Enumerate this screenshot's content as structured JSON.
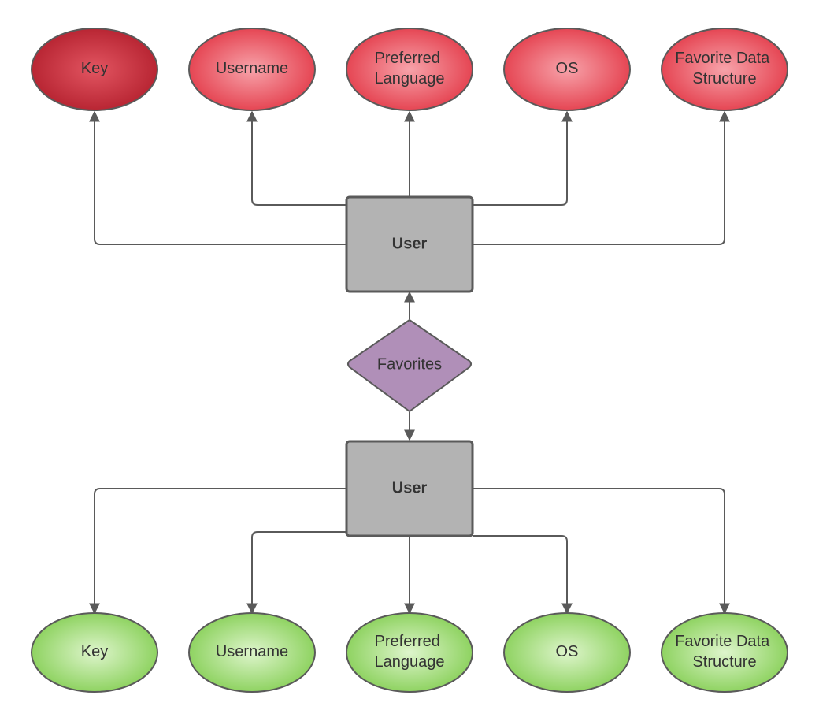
{
  "diagram": {
    "top_entity": {
      "label": "User"
    },
    "bottom_entity": {
      "label": "User"
    },
    "relationship": {
      "label": "Favorites"
    },
    "top_attributes": [
      {
        "lines": [
          "Key"
        ]
      },
      {
        "lines": [
          "Username"
        ]
      },
      {
        "lines": [
          "Preferred",
          "Language"
        ]
      },
      {
        "lines": [
          "OS"
        ]
      },
      {
        "lines": [
          "Favorite Data",
          "Structure"
        ]
      }
    ],
    "bottom_attributes": [
      {
        "lines": [
          "Key"
        ]
      },
      {
        "lines": [
          "Username"
        ]
      },
      {
        "lines": [
          "Preferred",
          "Language"
        ]
      },
      {
        "lines": [
          "OS"
        ]
      },
      {
        "lines": [
          "Favorite Data",
          "Structure"
        ]
      }
    ]
  },
  "colors": {
    "top_attribute_fill": "#e8404f",
    "top_attribute_key_fill": "#c22030",
    "bottom_attribute_fill": "#8cd65a",
    "entity_fill": "#b3b3b3",
    "relationship_fill": "#b08fb8",
    "stroke": "#5a5a5a"
  }
}
